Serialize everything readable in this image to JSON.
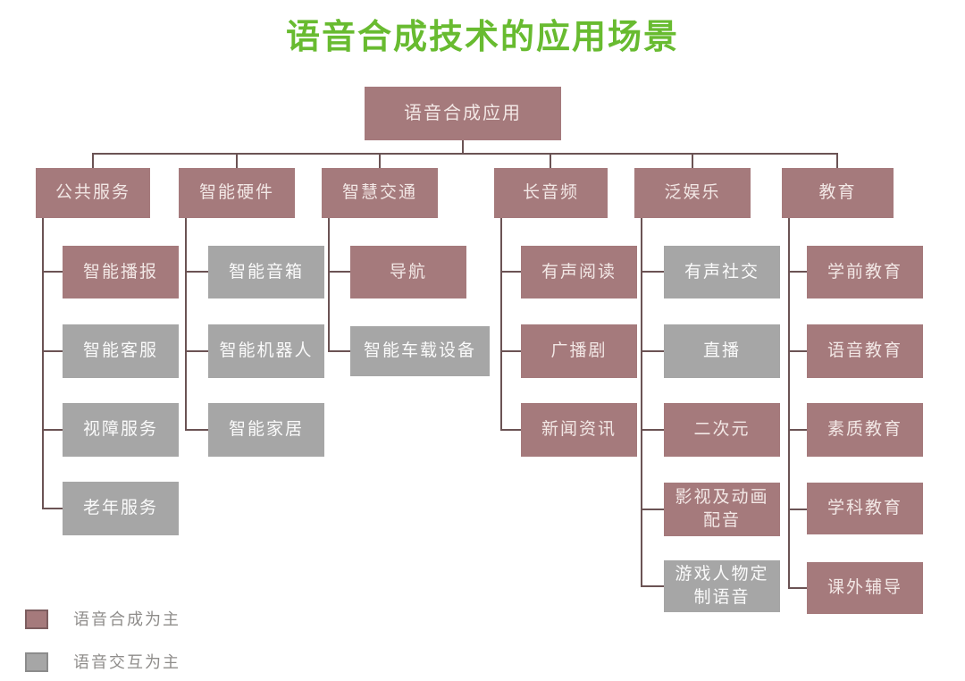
{
  "title": "语音合成技术的应用场景",
  "colors": {
    "title_green": "#68bb30",
    "synthesis": "#a57a7c",
    "interaction": "#a6a6a6",
    "line": "#6b5354"
  },
  "root": {
    "label": "语音合成应用",
    "type": "synthesis"
  },
  "branches": [
    {
      "label": "公共服务",
      "children": [
        {
          "label": "智能播报",
          "type": "synthesis"
        },
        {
          "label": "智能客服",
          "type": "interaction"
        },
        {
          "label": "视障服务",
          "type": "interaction"
        },
        {
          "label": "老年服务",
          "type": "interaction"
        }
      ]
    },
    {
      "label": "智能硬件",
      "children": [
        {
          "label": "智能音箱",
          "type": "interaction"
        },
        {
          "label": "智能机器人",
          "type": "interaction"
        },
        {
          "label": "智能家居",
          "type": "interaction"
        }
      ]
    },
    {
      "label": "智慧交通",
      "children": [
        {
          "label": "导航",
          "type": "synthesis"
        },
        {
          "label": "智能车载设备",
          "type": "interaction"
        }
      ]
    },
    {
      "label": "长音频",
      "children": [
        {
          "label": "有声阅读",
          "type": "synthesis"
        },
        {
          "label": "广播剧",
          "type": "synthesis"
        },
        {
          "label": "新闻资讯",
          "type": "synthesis"
        }
      ]
    },
    {
      "label": "泛娱乐",
      "children": [
        {
          "label": "有声社交",
          "type": "interaction"
        },
        {
          "label": "直播",
          "type": "interaction"
        },
        {
          "label": "二次元",
          "type": "synthesis"
        },
        {
          "label": "影视及动画配音",
          "type": "synthesis"
        },
        {
          "label": "游戏人物定制语音",
          "type": "interaction"
        }
      ]
    },
    {
      "label": "教育",
      "children": [
        {
          "label": "学前教育",
          "type": "synthesis"
        },
        {
          "label": "语音教育",
          "type": "synthesis"
        },
        {
          "label": "素质教育",
          "type": "synthesis"
        },
        {
          "label": "学科教育",
          "type": "synthesis"
        },
        {
          "label": "课外辅导",
          "type": "synthesis"
        }
      ]
    }
  ],
  "legend": [
    {
      "label": "语音合成为主",
      "type": "synthesis"
    },
    {
      "label": "语音交互为主",
      "type": "interaction"
    }
  ]
}
